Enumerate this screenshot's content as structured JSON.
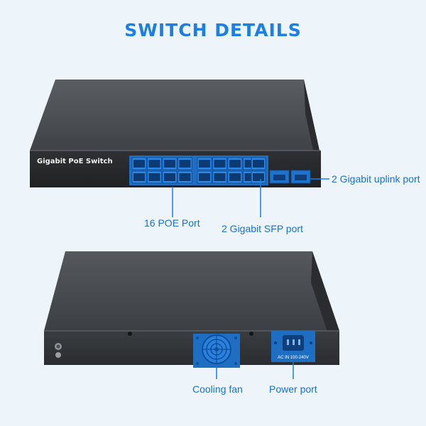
{
  "page": {
    "title": "SWITCH DETAILS",
    "accent_color": "#1b7fe6"
  },
  "front_view": {
    "device_label": "Gigabit PoE Switch",
    "callouts": {
      "poe_ports": "16 POE Port",
      "sfp_ports": "2 Gigabit SFP port",
      "uplink_ports": "2 Gigabit uplink port"
    },
    "poe_port_count": 16,
    "uplink_port_count": 2,
    "sfp_port_count": 2
  },
  "back_view": {
    "power_socket_label": "AC IN  100-240V",
    "callouts": {
      "fan": "Cooling fan",
      "power": "Power port"
    },
    "icons": [
      "fan-icon",
      "power-socket-icon",
      "ground-screw-icon"
    ]
  }
}
